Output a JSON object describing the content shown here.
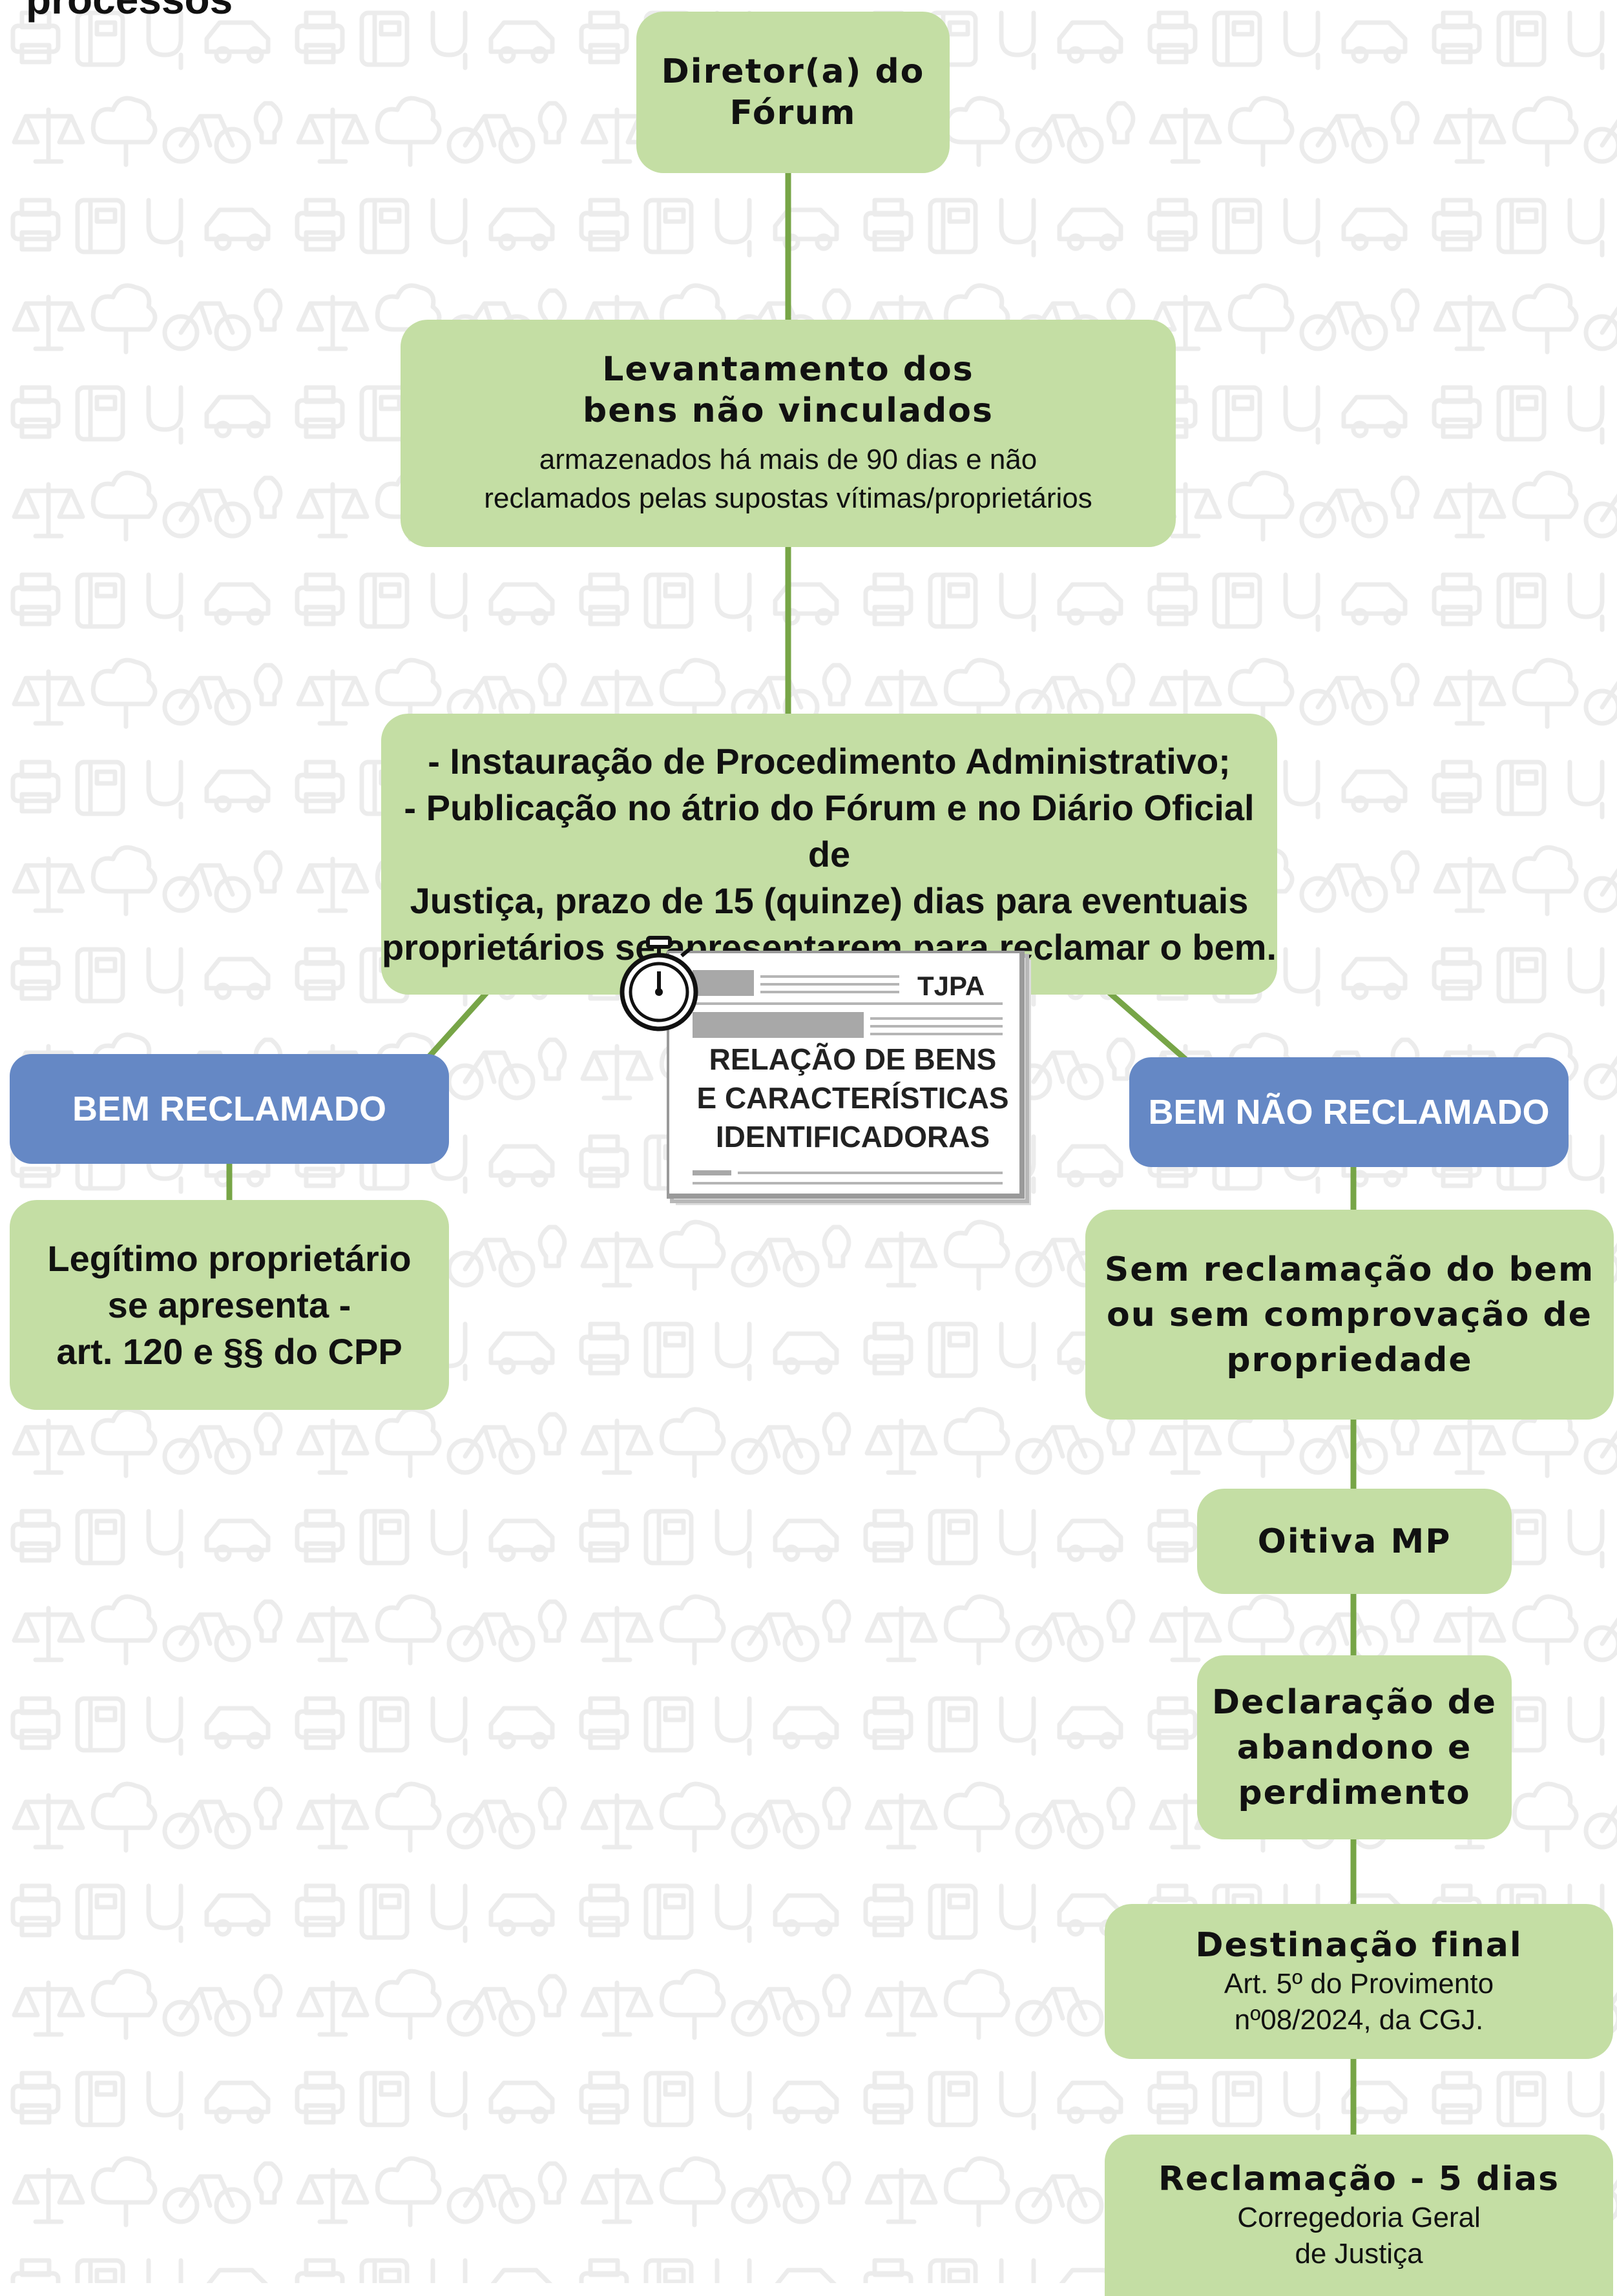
{
  "diagram": {
    "header_fragment": "processos",
    "nodes": {
      "diretor": {
        "title": "Diretor(a) do\nFórum"
      },
      "levantamento": {
        "title": "Levantamento dos\nbens não vinculados",
        "subtitle": "armazenados há mais de 90 dias e não\nreclamados pelas supostas vítimas/proprietários"
      },
      "instauracao": {
        "text": "- Instauração de Procedimento Administrativo;\n- Publicação no átrio do Fórum e no Diário Oficial de\nJustiça, prazo de 15 (quinze) dias para eventuais\nproprietários se apresentarem para reclamar o bem."
      },
      "bem_reclamado": {
        "label": "BEM RECLAMADO"
      },
      "legitimo": {
        "text": "Legítimo proprietário\nse apresenta -\nart. 120 e §§ do CPP"
      },
      "bem_nao_reclamado": {
        "label": "BEM NÃO RECLAMADO"
      },
      "sem_reclamacao": {
        "text": "Sem reclamação do bem\nou sem comprovação de\npropriedade"
      },
      "oitiva": {
        "text": "Oitiva MP"
      },
      "declaracao": {
        "text": "Declaração de\nabandono e\nperdimento"
      },
      "destinacao": {
        "title": "Destinação final",
        "subtitle": "Art. 5º do Provimento\nnº08/2024, da CGJ."
      },
      "reclamacao": {
        "title": "Reclamação - 5 dias",
        "subtitle": "Corregedoria Geral\nde Justiça"
      }
    },
    "document": {
      "tag": "TJPA",
      "title": "RELAÇÃO DE BENS\nE  CARACTERÍSTICAS\nIDENTIFICADORAS"
    },
    "colors": {
      "green_node": "#c4dea4",
      "blue_node": "#6588c5",
      "connector": "#77a547",
      "pattern": "#ededed"
    },
    "icons": [
      "stopwatch-icon",
      "document-icon"
    ]
  }
}
